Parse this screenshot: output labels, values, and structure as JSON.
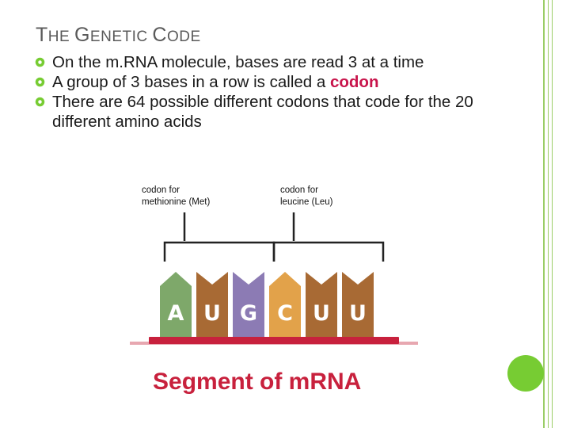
{
  "slide": {
    "title_parts": [
      {
        "text": "T",
        "cls": "big"
      },
      {
        "text": "HE ",
        "cls": "small"
      },
      {
        "text": "G",
        "cls": "big"
      },
      {
        "text": "ENETIC ",
        "cls": "small"
      },
      {
        "text": "C",
        "cls": "big"
      },
      {
        "text": "ODE",
        "cls": "small"
      }
    ],
    "bullets": [
      {
        "text": "On the m.RNA molecule, bases are read 3 at a time"
      },
      {
        "text": "A group of 3 bases in a row is called a ",
        "highlight": "codon"
      },
      {
        "text": "There are 64 possible different codons that code for the 20 different amino acids"
      }
    ],
    "bullet_icon": "gear-bullet-icon",
    "colors": {
      "accent_green": "#77cc33",
      "codon_highlight": "#c8144b",
      "title_gray": "#5a5a5a"
    }
  },
  "figure": {
    "label_met_line1": "codon for",
    "label_met_line2": "methionine (Met)",
    "label_leu_line1": "codon for",
    "label_leu_line2": "leucine (Leu)",
    "bases": [
      {
        "letter": "A",
        "color": "#7ea86a"
      },
      {
        "letter": "U",
        "color": "#a86a34"
      },
      {
        "letter": "G",
        "color": "#8c7bb4"
      },
      {
        "letter": "C",
        "color": "#e2a24a"
      },
      {
        "letter": "U",
        "color": "#a86a34"
      },
      {
        "letter": "U",
        "color": "#a86a34"
      }
    ],
    "caption": "Segment of mRNA",
    "backbone_color": "#c8213d"
  }
}
